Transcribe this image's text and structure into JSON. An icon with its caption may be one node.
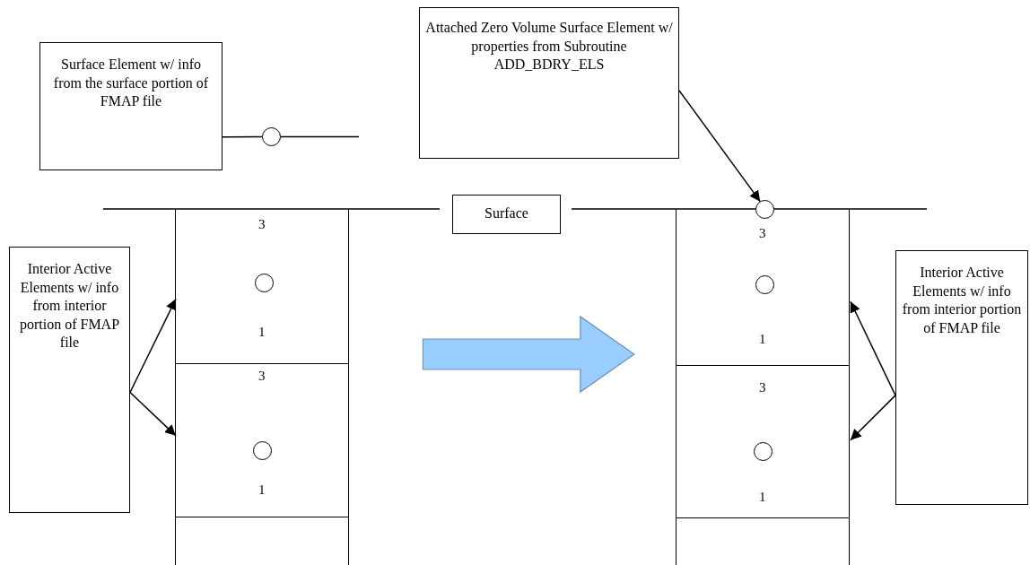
{
  "diagram": {
    "nodes": [
      {
        "text": [
          "Surface Element w/ info from the surface portion of FMAP file"
        ]
      },
      {
        "text": [],
        "shape": "circle"
      },
      {
        "text": [
          "Attached Zero Volume Surface Element w/ properties from Subroutine ADD_BDRY_ELS"
        ]
      },
      {
        "text": [
          "Surface"
        ]
      },
      {
        "text": [
          "Interior Active Elements w/ info from interior portion of FMAP file"
        ]
      },
      {
        "text": [],
        "shape": "box"
      },
      {
        "text": [
          "3",
          "1"
        ],
        "in": 5
      },
      {
        "text": [],
        "shape": "circle",
        "in": 6
      },
      {
        "text": [
          "3",
          "1"
        ],
        "in": 5
      },
      {
        "text": [],
        "shape": "circle",
        "in": 8
      },
      {
        "text": [],
        "shape": "box"
      },
      {
        "text": [],
        "shape": "circle"
      },
      {
        "text": [
          "3",
          "1"
        ],
        "in": 10
      },
      {
        "text": [],
        "shape": "circle",
        "in": 12
      },
      {
        "text": [
          "3",
          "1"
        ],
        "in": 10
      },
      {
        "text": [],
        "shape": "circle",
        "in": 14
      },
      {
        "text": [
          "Interior Active Elements w/ info from interior portion of FMAP file"
        ]
      }
    ],
    "edges": [
      {
        "from": 0,
        "to": 1,
        "arrow": "none"
      },
      {
        "from": 2,
        "to": 11,
        "arrow": "to"
      },
      {
        "from": 4,
        "to": 6,
        "arrow": "to"
      },
      {
        "from": 4,
        "to": 8,
        "arrow": "to"
      },
      {
        "from": 16,
        "to": 12,
        "arrow": "to"
      },
      {
        "from": 16,
        "to": 14,
        "arrow": "to"
      },
      {
        "from": 5,
        "to": 10,
        "arrow": "to",
        "style": "thick",
        "color": "#99ccff"
      }
    ]
  }
}
